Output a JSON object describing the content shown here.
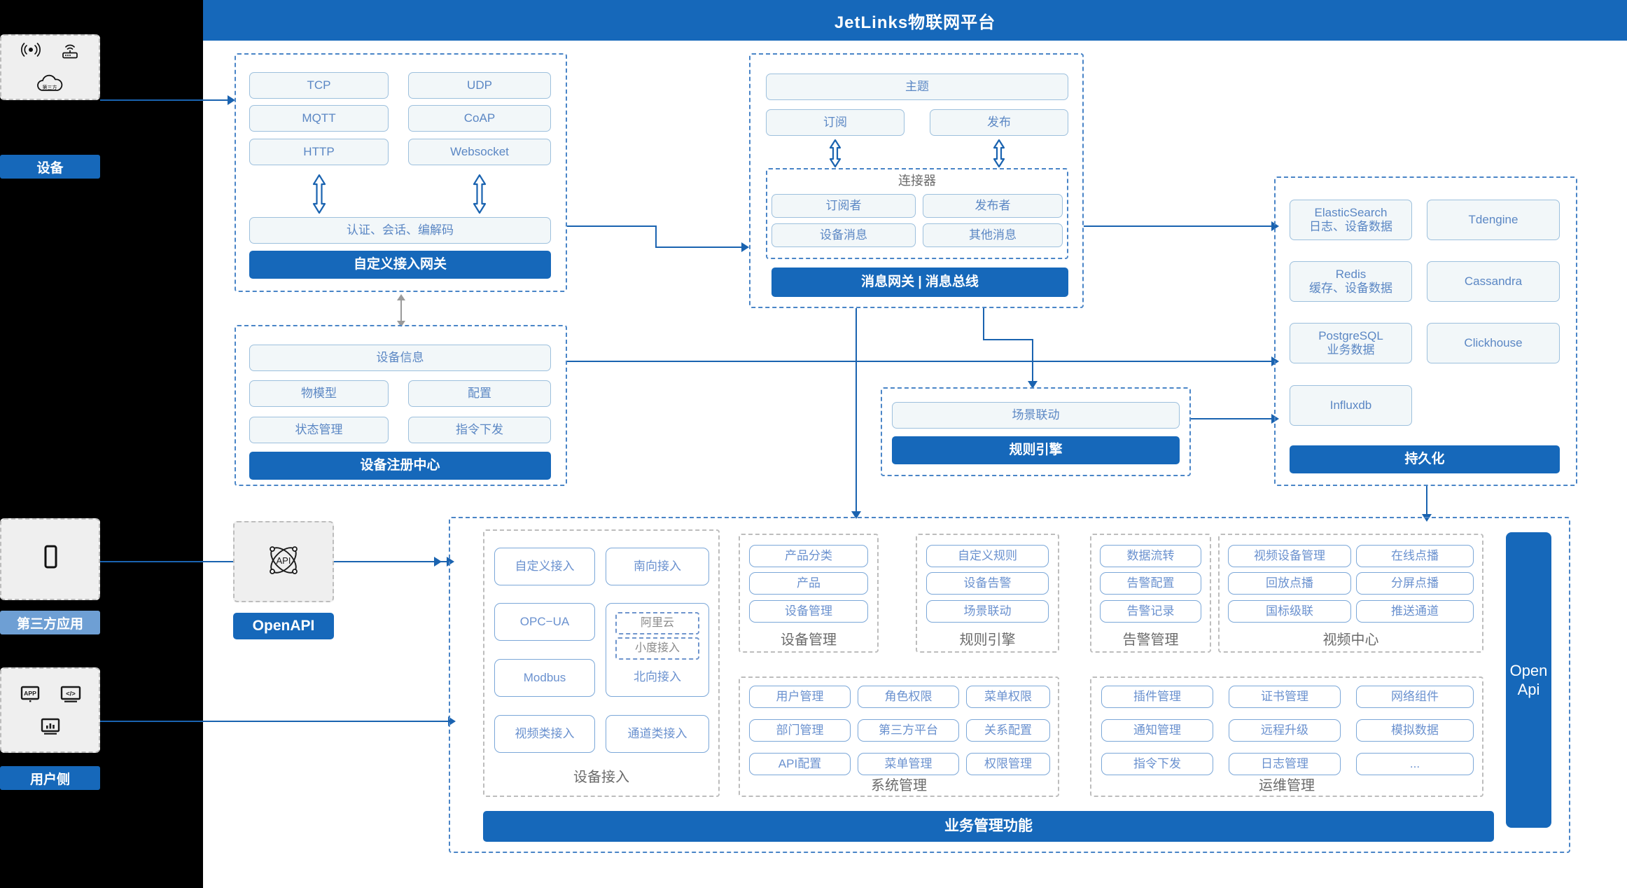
{
  "header": {
    "title": "JetLinks物联网平台"
  },
  "rail": {
    "device": {
      "label": "设备",
      "icons": [
        "signal-wave-icon",
        "router-icon",
        "third-party-cloud-icon"
      ],
      "cloud_text": "第三方"
    },
    "third_party_app": {
      "label": "第三方应用",
      "icons": [
        "mobile-phone-icon"
      ]
    },
    "user_side": {
      "label": "用户侧",
      "icons": [
        "app-store-icon",
        "code-window-icon",
        "dashboard-chart-icon"
      ],
      "app_text": "APP",
      "code_text": "</>"
    }
  },
  "gateway": {
    "protocols": [
      "TCP",
      "UDP",
      "MQTT",
      "CoAP",
      "HTTP",
      "Websocket"
    ],
    "codec": "认证、会话、编解码",
    "footer": "自定义接入网关"
  },
  "message_bus": {
    "topic": "主题",
    "subscribe": "订阅",
    "publish": "发布",
    "connector_title": "连接器",
    "connector_items": [
      "订阅者",
      "发布者",
      "设备消息",
      "其他消息"
    ],
    "footer": "消息网关 | 消息总线"
  },
  "device_registry": {
    "info": "设备信息",
    "items": [
      "物模型",
      "配置",
      "状态管理",
      "指令下发"
    ],
    "footer": "设备注册中心"
  },
  "rule_engine": {
    "scene": "场景联动",
    "footer": "规则引擎"
  },
  "persistence": {
    "items": [
      "ElasticSearch\n日志、设备数据",
      "Tdengine",
      "Redis\n缓存、设备数据",
      "Cassandra",
      "PostgreSQL\n业务数据",
      "Clickhouse",
      "Influxdb"
    ],
    "footer": "持久化"
  },
  "openapi_node": {
    "icon": "api-network-icon",
    "icon_text": "API",
    "label": "OpenAPI"
  },
  "openapi_bar": {
    "label_line1": "Open",
    "label_line2": "Api"
  },
  "business": {
    "footer": "业务管理功能",
    "groups": [
      {
        "title": "设备接入",
        "layout": "device-access",
        "left_items": [
          "自定义接入",
          "OPC−UA",
          "Modbus",
          "视频类接入"
        ],
        "right_items": [
          "南向接入",
          "北向接入",
          "通道类接入"
        ],
        "nested": [
          "阿里云",
          "小度接入"
        ]
      },
      {
        "title": "设备管理",
        "layout": "col1",
        "items": [
          "产品分类",
          "产品",
          "设备管理"
        ]
      },
      {
        "title": "规则引擎",
        "layout": "col1",
        "items": [
          "自定义规则",
          "设备告警",
          "场景联动"
        ]
      },
      {
        "title": "告警管理",
        "layout": "col1",
        "items": [
          "数据流转",
          "告警配置",
          "告警记录"
        ]
      },
      {
        "title": "视频中心",
        "layout": "col2",
        "items": [
          "视频设备管理",
          "在线点播",
          "回放点播",
          "分屏点播",
          "国标级联",
          "推送通道"
        ]
      },
      {
        "title": "系统管理",
        "layout": "col3",
        "items": [
          "用户管理",
          "角色权限",
          "菜单权限",
          "部门管理",
          "第三方平台",
          "关系配置",
          "API配置",
          "菜单管理",
          "权限管理"
        ]
      },
      {
        "title": "运维管理",
        "layout": "col3",
        "items": [
          "插件管理",
          "证书管理",
          "网络组件",
          "通知管理",
          "远程升级",
          "模拟数据",
          "指令下发",
          "日志管理",
          "..."
        ]
      }
    ]
  },
  "colors": {
    "brand": "#1668ba",
    "chip_border": "#9dc0dd",
    "chip_bg": "#f2f7f9",
    "chip_text": "#5b87c4",
    "dashed_group": "#4a85c7",
    "line": "#1a63b0",
    "rail_bg": "#efefef",
    "page_bg": "#000000"
  }
}
